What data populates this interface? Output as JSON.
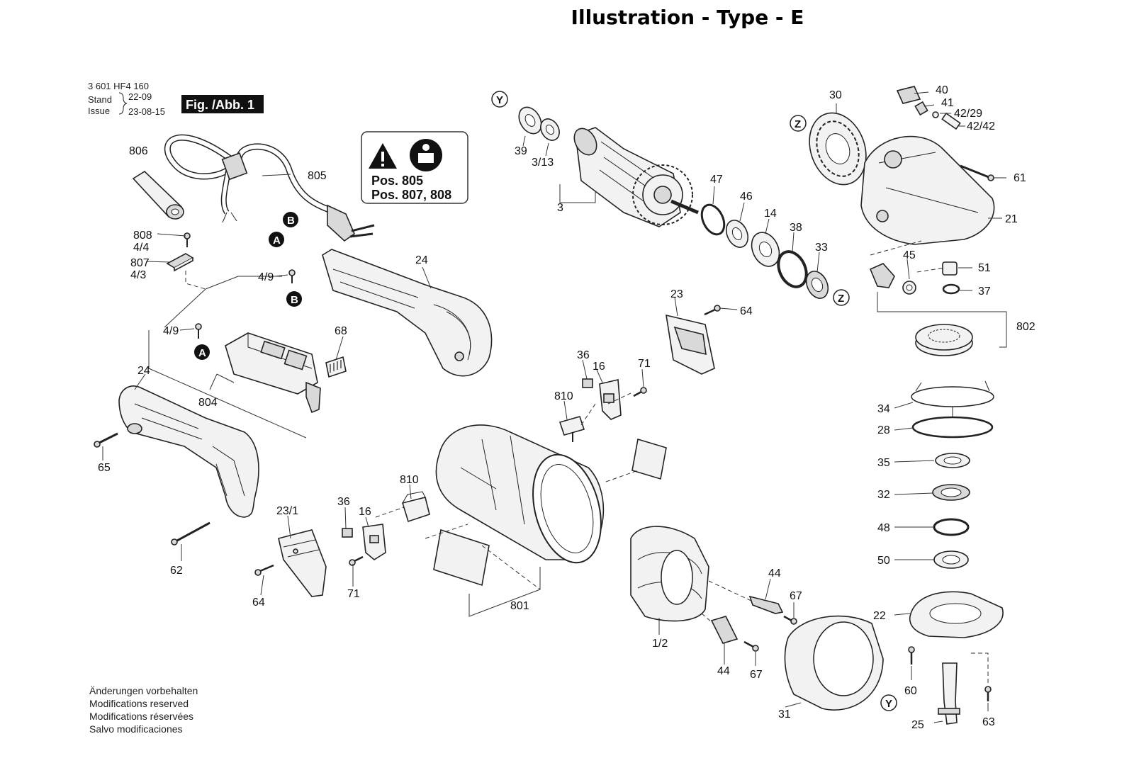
{
  "title": "Illustration - Type - E",
  "header": {
    "part_number": "3 601 HF4 160",
    "stand_label": "Stand",
    "stand_value": "22-09",
    "issue_label": "Issue",
    "issue_value": "23-08-15",
    "figure_label": "Fig. /Abb. 1"
  },
  "safety_box": {
    "line1": "Pos. 805",
    "line2": "Pos. 807, 808"
  },
  "markers": {
    "A": "A",
    "B": "B",
    "Y": "Y",
    "Z": "Z"
  },
  "part_labels": {
    "p806": "806",
    "p805": "805",
    "p808": "808",
    "p4_4": "4/4",
    "p807": "807",
    "p4_3": "4/3",
    "p4_9a": "4/9",
    "p4_9b": "4/9",
    "p68": "68",
    "p804": "804",
    "p24a": "24",
    "p24b": "24",
    "p65": "65",
    "p62": "62",
    "p23_1": "23/1",
    "p64a": "64",
    "p36a": "36",
    "p16a": "16",
    "p810a": "810",
    "p71a": "71",
    "p801": "801",
    "p39": "39",
    "p3_13": "3/13",
    "p3": "3",
    "p47": "47",
    "p46": "46",
    "p14": "14",
    "p38": "38",
    "p33": "33",
    "p23": "23",
    "p64b": "64",
    "p36b": "36",
    "p16b": "16",
    "p71b": "71",
    "p810b": "810",
    "p1_2": "1/2",
    "p44a": "44",
    "p67a": "67",
    "p44b": "44",
    "p67b": "67",
    "p31": "31",
    "p30": "30",
    "p40": "40",
    "p41": "41",
    "p42_29": "42/29",
    "p42_42": "42/42",
    "p61": "61",
    "p21": "21",
    "p45": "45",
    "p51": "51",
    "p37": "37",
    "p802": "802",
    "p34": "34",
    "p28": "28",
    "p35": "35",
    "p32": "32",
    "p48": "48",
    "p50": "50",
    "p22": "22",
    "p60": "60",
    "p63": "63",
    "p25": "25"
  },
  "footer_notes": [
    "Änderungen vorbehalten",
    "Modifications reserved",
    "Modifications réservées",
    "Salvo modificaciones"
  ]
}
